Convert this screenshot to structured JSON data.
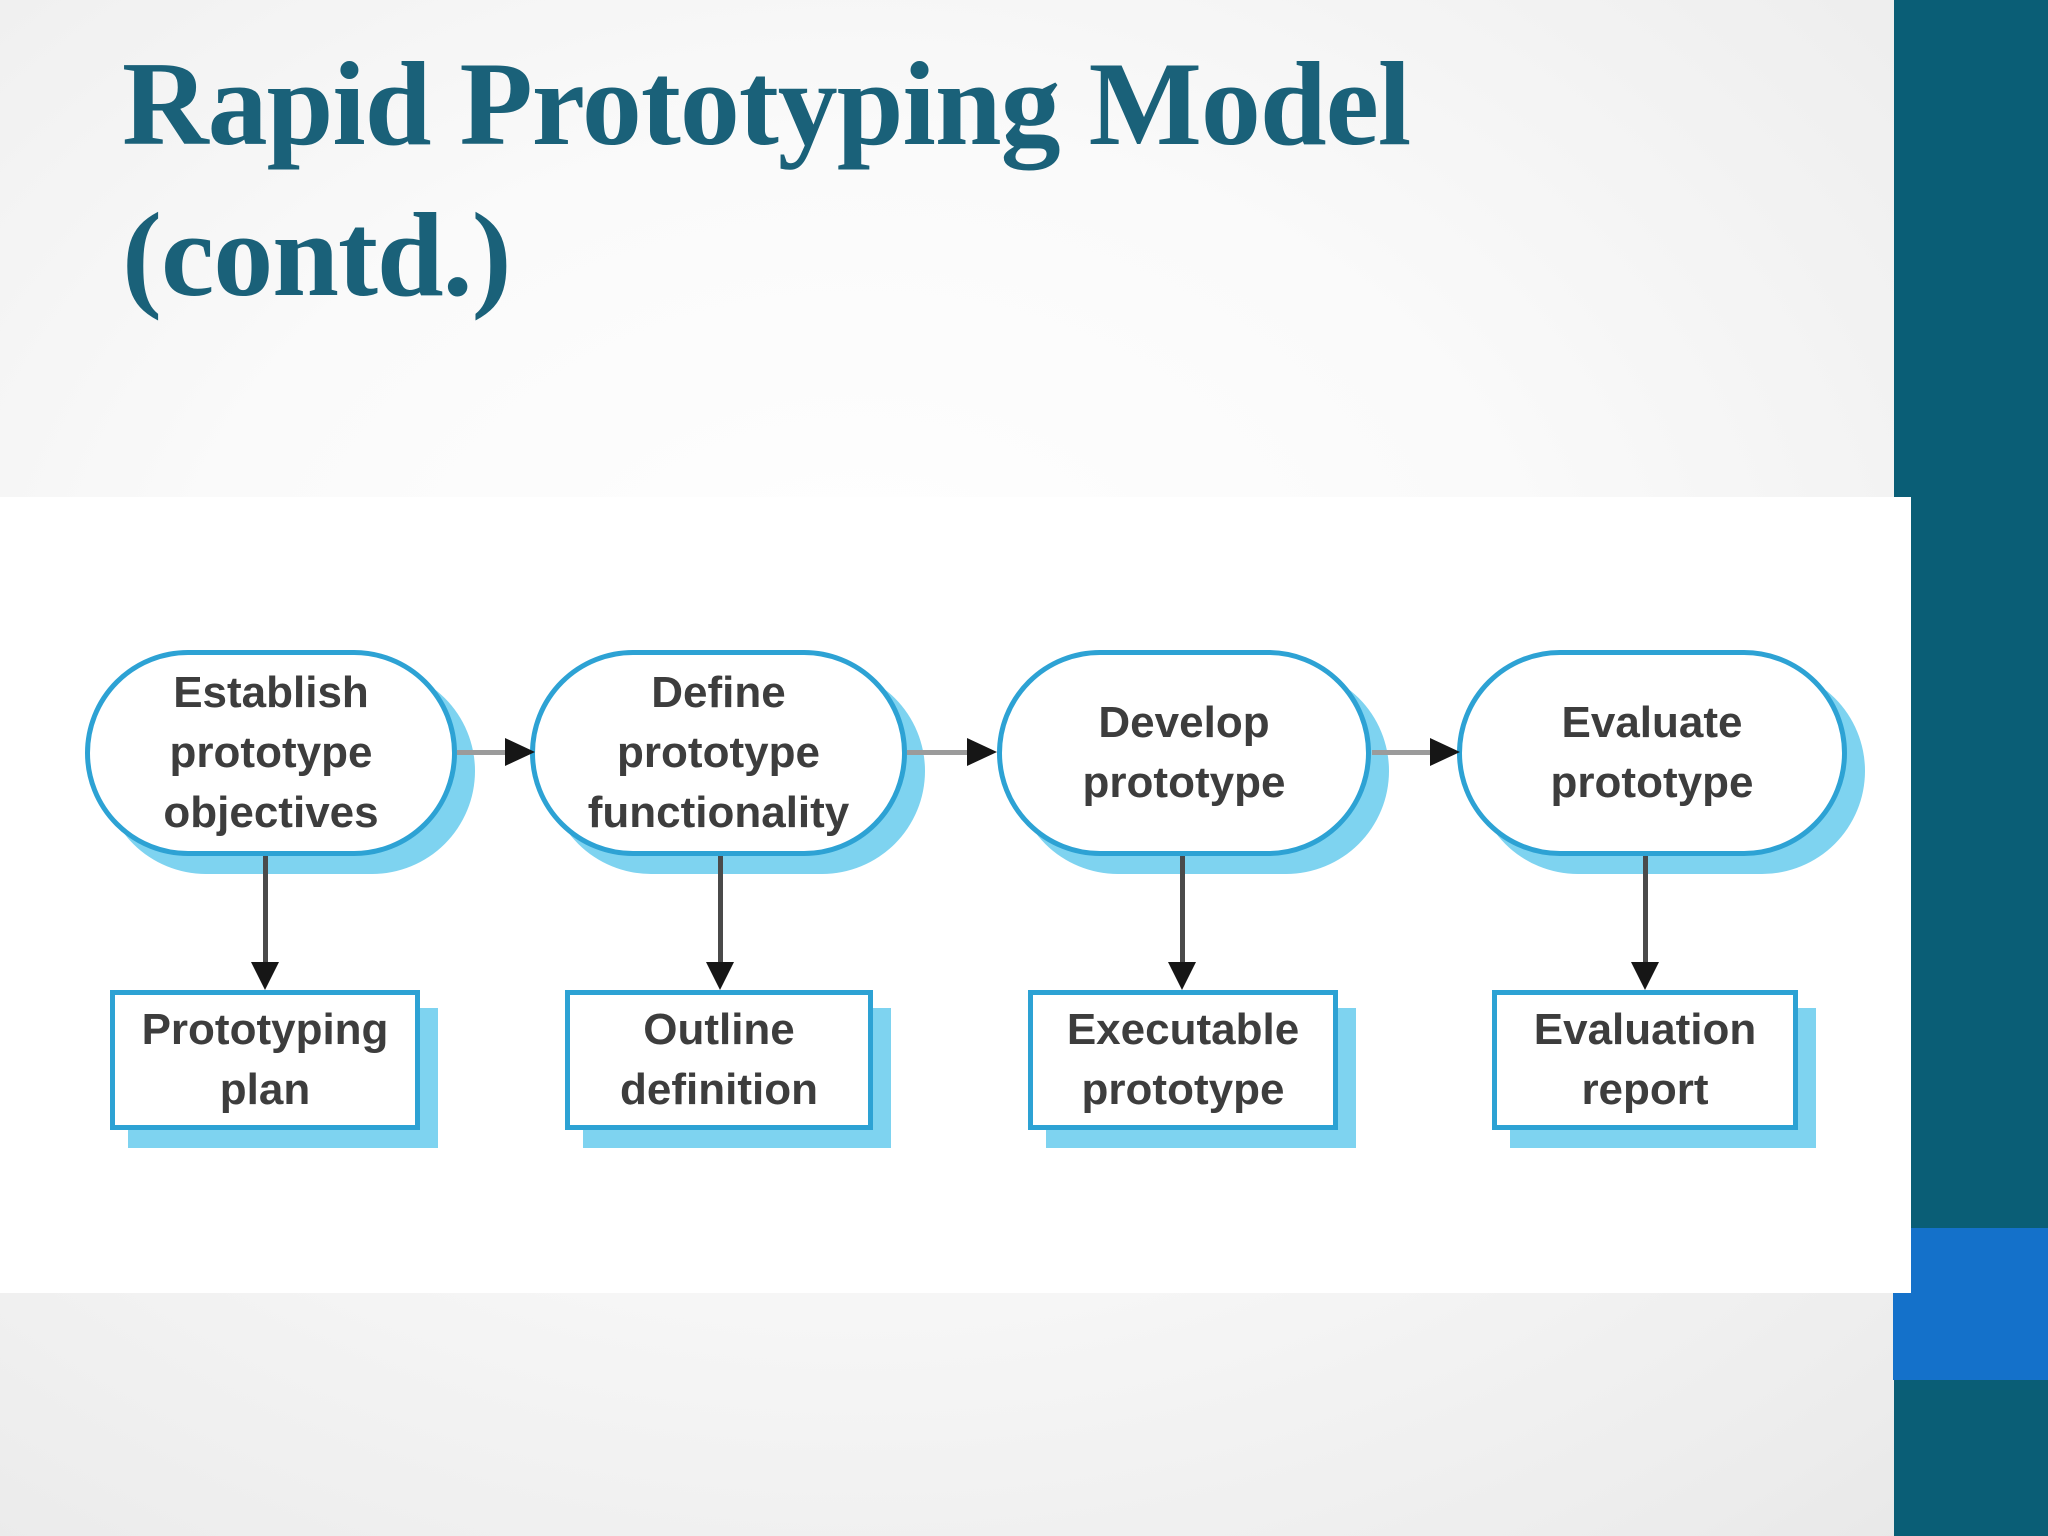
{
  "slide": {
    "title": {
      "line1": "Rapid Prototyping Model",
      "line2": "(contd.)"
    }
  },
  "colors": {
    "title_text": "#1A6179",
    "sidebar_teal": "#0A5E76",
    "accent_blue_square": "#1471CA",
    "shape_border_blue": "#2DA2D4",
    "shape_shadow_blue": "#7ED3F0",
    "shape_text_gray": "#3D3D3D"
  },
  "diagram": {
    "stages": [
      {
        "activity": "Establish prototype objectives",
        "artifact": "Prototyping plan"
      },
      {
        "activity": "Define prototype functionality",
        "artifact": "Outline definition"
      },
      {
        "activity": "Develop prototype",
        "artifact": "Executable prototype"
      },
      {
        "activity": "Evaluate prototype",
        "artifact": "Evaluation report"
      }
    ]
  }
}
